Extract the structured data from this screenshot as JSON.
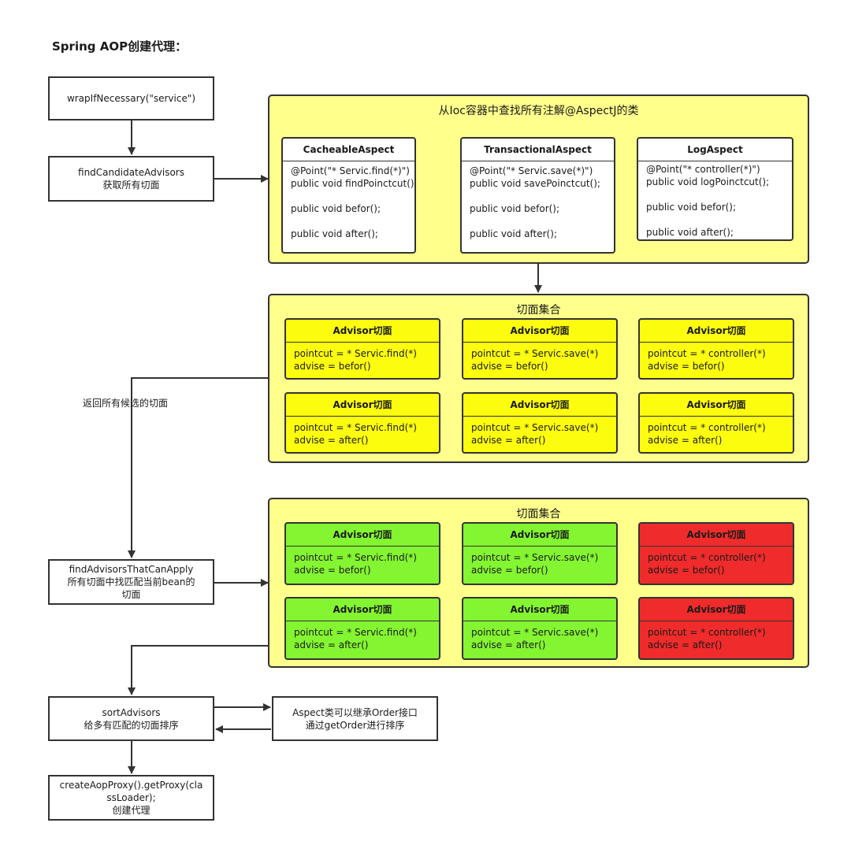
{
  "title": "Spring AOP创建代理：",
  "steps": {
    "wrap": {
      "line1": "wrapIfNecessary(\"service\")"
    },
    "find_candidates": {
      "line1": "findCandidateAdvisors",
      "line2": "获取所有切面"
    },
    "find_apply": {
      "line1": "findAdvisorsThatCanApply",
      "line2": "所有切面中找匹配当前bean的",
      "line3": "切面"
    },
    "sort": {
      "line1": "sortAdvisors",
      "line2": "给多有匹配的切面排序"
    },
    "create": {
      "line1": "createAopProxy().getProxy(cla",
      "line2": "ssLoader);",
      "line3": "创建代理"
    }
  },
  "order_note": {
    "line1": "Aspect类可以继承Order接口",
    "line2": "通过getOrder进行排序"
  },
  "return_label": "返回所有候选的切面",
  "ioc_container": {
    "title": "从Ioc容器中查找所有注解@AspectJ的类",
    "aspects": [
      {
        "name": "CacheableAspect",
        "body": "@Point(\"* Servic.find(*)\")\npublic void findPoinctcut();\n\npublic void befor();\n\npublic void after();"
      },
      {
        "name": "TransactionalAspect",
        "body": "@Point(\"* Servic.save(*)\")\npublic void savePoinctcut();\n\npublic void befor();\n\npublic void after();"
      },
      {
        "name": "LogAspect",
        "body": "@Point(\"* controller(*)\")\npublic void logPoinctcut();\n\npublic void befor();\n\npublic void after();"
      }
    ]
  },
  "candidate_set": {
    "title": "切面集合",
    "advisors": [
      {
        "head": "Advisor切面",
        "pointcut": "pointcut = * Servic.find(*)",
        "advise": "advise = befor()",
        "status": "candidate"
      },
      {
        "head": "Advisor切面",
        "pointcut": "pointcut = * Servic.save(*)",
        "advise": "advise = befor()",
        "status": "candidate"
      },
      {
        "head": "Advisor切面",
        "pointcut": "pointcut = * controller(*)",
        "advise": "advise = befor()",
        "status": "candidate"
      },
      {
        "head": "Advisor切面",
        "pointcut": "pointcut = * Servic.find(*)",
        "advise": "advise = after()",
        "status": "candidate"
      },
      {
        "head": "Advisor切面",
        "pointcut": "pointcut = * Servic.save(*)",
        "advise": "advise = after()",
        "status": "candidate"
      },
      {
        "head": "Advisor切面",
        "pointcut": "pointcut = * controller(*)",
        "advise": "advise = after()",
        "status": "candidate"
      }
    ]
  },
  "matched_set": {
    "title": "切面集合",
    "advisors": [
      {
        "head": "Advisor切面",
        "pointcut": "pointcut = * Servic.find(*)",
        "advise": "advise = befor()",
        "status": "matched"
      },
      {
        "head": "Advisor切面",
        "pointcut": "pointcut = * Servic.save(*)",
        "advise": "advise = befor()",
        "status": "matched"
      },
      {
        "head": "Advisor切面",
        "pointcut": "pointcut = * controller(*)",
        "advise": "advise = befor()",
        "status": "unmatched"
      },
      {
        "head": "Advisor切面",
        "pointcut": "pointcut = * Servic.find(*)",
        "advise": "advise = after()",
        "status": "matched"
      },
      {
        "head": "Advisor切面",
        "pointcut": "pointcut = * Servic.save(*)",
        "advise": "advise = after()",
        "status": "matched"
      },
      {
        "head": "Advisor切面",
        "pointcut": "pointcut = * controller(*)",
        "advise": "advise = after()",
        "status": "unmatched"
      }
    ]
  },
  "colors": {
    "container_fill": "#ffff8c",
    "candidate_fill": "#fcfc0f",
    "matched_fill": "#84f531",
    "unmatched_fill": "#f02b2b"
  }
}
